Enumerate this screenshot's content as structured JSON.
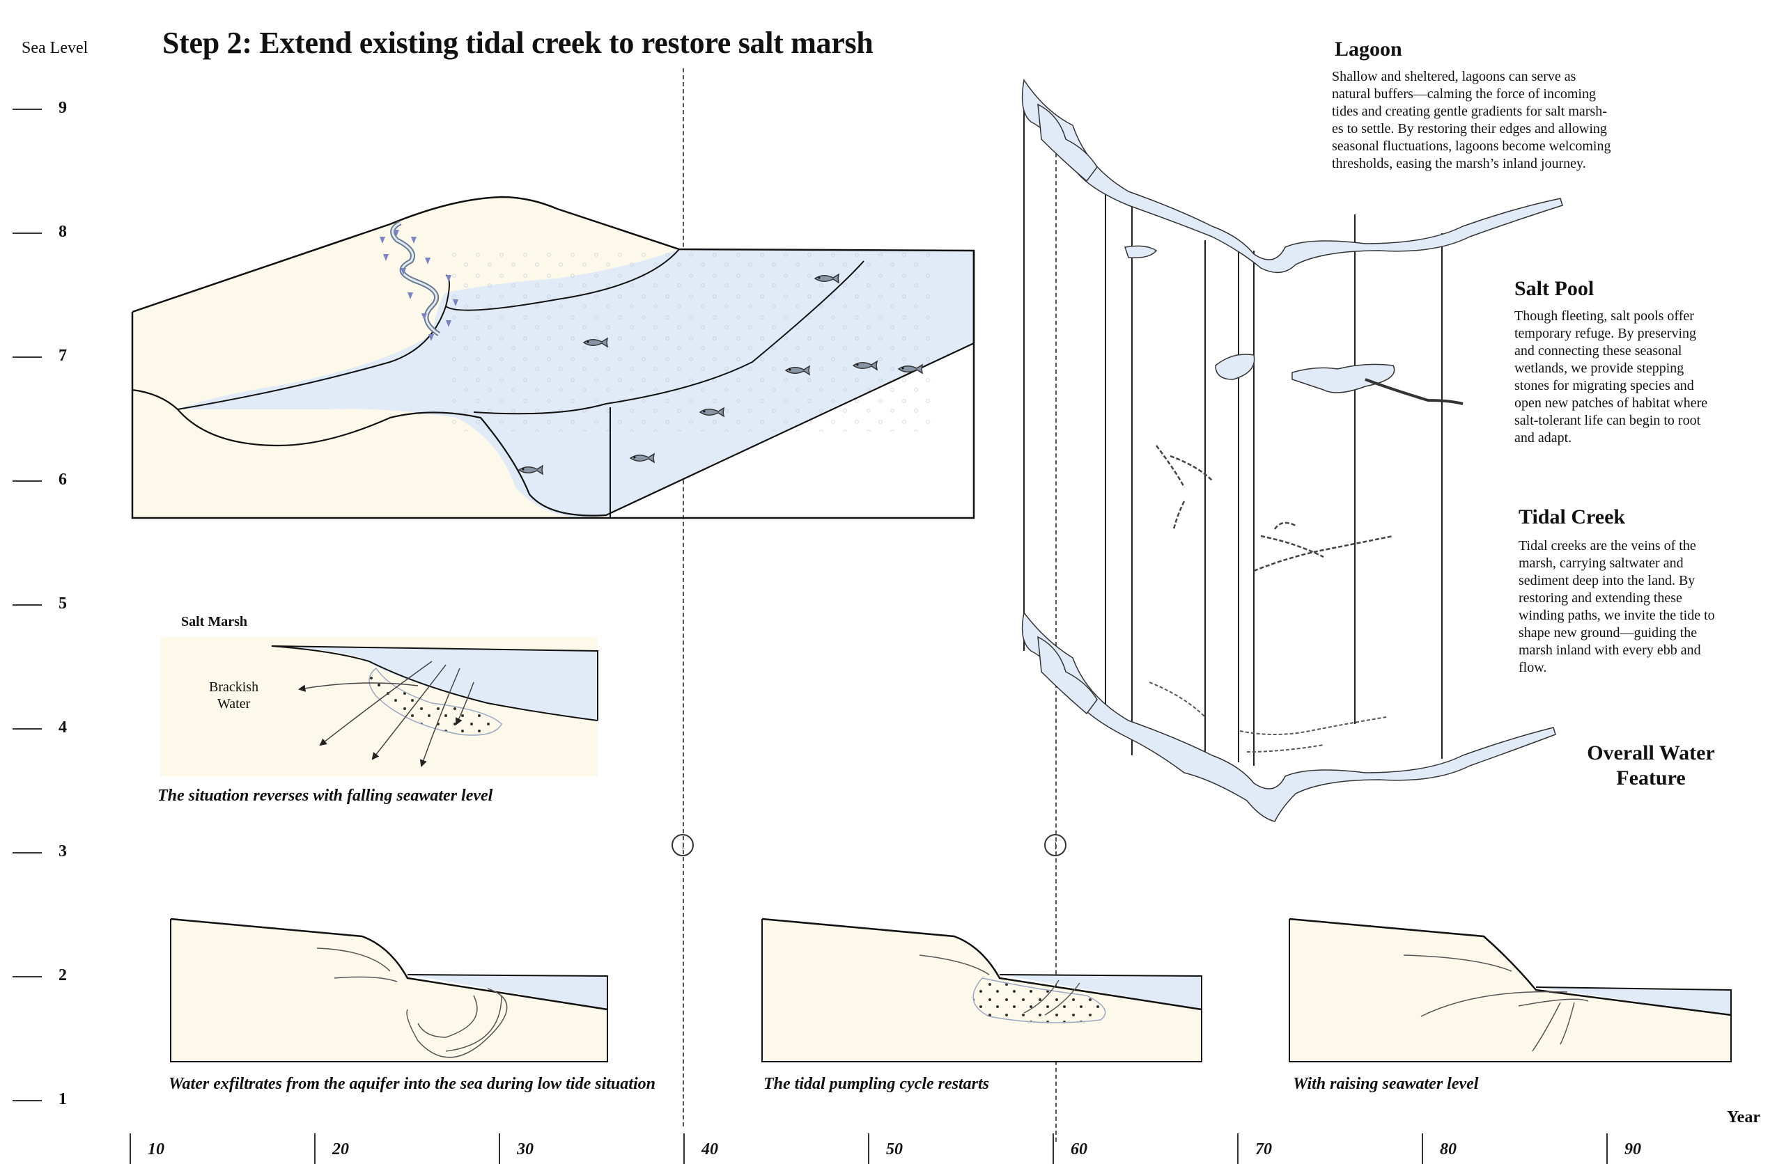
{
  "title": "Step 2: Extend existing tidal creek to restore salt marsh",
  "sea_level_axis": {
    "label": "Sea Level",
    "ticks": [
      "9",
      "8",
      "7",
      "6",
      "5",
      "4",
      "3",
      "2",
      "1"
    ]
  },
  "year_axis": {
    "label": "Year",
    "ticks": [
      "10",
      "20",
      "30",
      "40",
      "50",
      "60",
      "70",
      "80",
      "90"
    ]
  },
  "salt_marsh_panel": {
    "title": "Salt Marsh",
    "brackish_label_1": "Brackish",
    "brackish_label_2": "Water",
    "caption": "The situation reverses with falling seawater level"
  },
  "bottom_panels": [
    {
      "caption": "Water exfiltrates from the aquifer into the sea during low tide situation"
    },
    {
      "caption": "The tidal pumpling cycle restarts"
    },
    {
      "caption": "With raising seawater level"
    }
  ],
  "sections": {
    "lagoon": {
      "title": "Lagoon",
      "lines": [
        "Shallow and sheltered, lagoons can serve as",
        "natural buffers—calming the force of incoming",
        "tides and creating gentle gradients for salt marsh-",
        "es to settle. By restoring their edges and allowing",
        "seasonal fluctuations, lagoons become welcoming",
        "thresholds, easing the marsh’s inland journey."
      ]
    },
    "salt_pool": {
      "title": "Salt Pool",
      "lines": [
        "Though fleeting, salt pools offer",
        "temporary refuge. By preserving",
        "and connecting these seasonal",
        "wetlands, we provide stepping",
        "stones for migrating species and",
        "open new patches of habitat where",
        "salt-tolerant life can begin to root",
        "and adapt."
      ]
    },
    "tidal_creek": {
      "title": "Tidal Creek",
      "lines": [
        "Tidal creeks are the veins of the",
        "marsh, carrying saltwater and",
        "sediment deep into the land. By",
        "restoring and extending these",
        "winding paths, we invite the tide to",
        "shape new ground—guiding the",
        "marsh inland with every ebb and",
        "flow."
      ]
    }
  },
  "overall": {
    "line1": "Overall Water",
    "line2": "Feature"
  },
  "colors": {
    "water": "#e1ebf7",
    "sand": "#fdf9ea",
    "line": "#111111"
  }
}
